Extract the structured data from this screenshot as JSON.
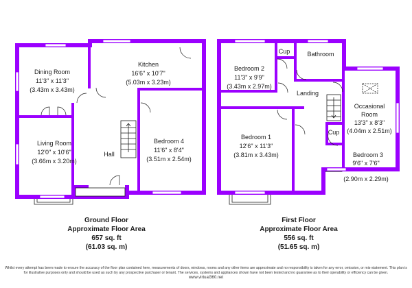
{
  "ground_floor": {
    "rooms": [
      {
        "name": "Dining Room",
        "dims": "11'3\" x 11'3\"",
        "metric": "(3.43m x 3.43m)"
      },
      {
        "name": "Kitchen",
        "dims": "16'6\" x 10'7\"",
        "metric": "(5.03m x 3.23m)"
      },
      {
        "name": "Living Room",
        "dims": "12'0\" x 10'6\"",
        "metric": "(3.66m x 3.20m)"
      },
      {
        "name": "Bedroom 4",
        "dims": "11'6\" x 8'4\"",
        "metric": "(3.51m x 2.54m)"
      },
      {
        "name": "Hall"
      }
    ],
    "caption": {
      "floor": "Ground Floor",
      "area_label": "Approximate Floor Area",
      "sqft": "657 sq. ft",
      "sqm": "(61.03 sq. m)"
    }
  },
  "first_floor": {
    "rooms": [
      {
        "name": "Bedroom 2",
        "dims": "11'3\" x 9'9\"",
        "metric": "(3.43m x 2.97m)"
      },
      {
        "name": "Bathroom"
      },
      {
        "name": "Cup"
      },
      {
        "name": "Landing"
      },
      {
        "name": "Occasional",
        "name2": "Room",
        "dims": "13'3\" x 8'3\"",
        "metric": "(4.04m x 2.51m)"
      },
      {
        "name": "Bedroom 1",
        "dims": "12'6\" x 11'3\"",
        "metric": "(3.81m x 3.43m)"
      },
      {
        "name": "Cup"
      },
      {
        "name": "Bedroom 3",
        "dims": "9'6\" x 7'6\"",
        "metric": "(2.90m x 2.29m)"
      }
    ],
    "caption": {
      "floor": "First Floor",
      "area_label": "Approximate Floor Area",
      "sqft": "556 sq. ft",
      "sqm": "(51.65 sq. m)"
    }
  },
  "footer": {
    "disclaimer": "Whilst every attempt has been made to ensure the accuracy of the floor plan contained here, measurements of doors, windows, rooms and any other items are approximate and no responsibility is taken for any error, omission, or mis-statement. This plan is for illustrative purposes only and should be used as such by any prospective purchaser or tenant. The services, systems and appliances shown have not been tested and no guarantee as to their operability or efficiency can be given.",
    "website": "www.virtual360.net"
  },
  "colors": {
    "wall": "#9b00ff"
  }
}
